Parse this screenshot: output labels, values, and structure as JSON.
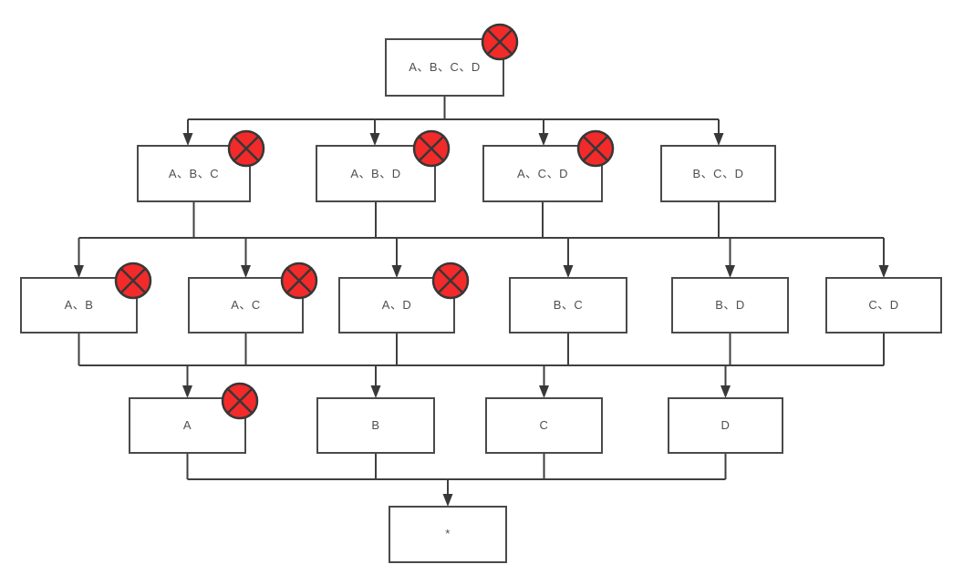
{
  "colors": {
    "pruned_red": "#f22a2a",
    "line": "#3f3f3f",
    "box_border": "#4a4a4a",
    "text": "#4f4f4f",
    "background": "#ffffff"
  },
  "nodes": [
    {
      "id": "ABCD",
      "label": "A、B、C、D",
      "level": 0,
      "pruned": true
    },
    {
      "id": "ABC",
      "label": "A、B、C",
      "level": 1,
      "pruned": true
    },
    {
      "id": "ABD",
      "label": "A、B、D",
      "level": 1,
      "pruned": true
    },
    {
      "id": "ACD",
      "label": "A、C、D",
      "level": 1,
      "pruned": true
    },
    {
      "id": "BCD",
      "label": "B、C、D",
      "level": 1,
      "pruned": false
    },
    {
      "id": "AB",
      "label": "A、B",
      "level": 2,
      "pruned": true
    },
    {
      "id": "AC",
      "label": "A、C",
      "level": 2,
      "pruned": true
    },
    {
      "id": "AD",
      "label": "A、D",
      "level": 2,
      "pruned": true
    },
    {
      "id": "BC",
      "label": "B、C",
      "level": 2,
      "pruned": false
    },
    {
      "id": "BD",
      "label": "B、D",
      "level": 2,
      "pruned": false
    },
    {
      "id": "CD",
      "label": "C、D",
      "level": 2,
      "pruned": false
    },
    {
      "id": "A",
      "label": "A",
      "level": 3,
      "pruned": true
    },
    {
      "id": "B",
      "label": "B",
      "level": 3,
      "pruned": false
    },
    {
      "id": "C",
      "label": "C",
      "level": 3,
      "pruned": false
    },
    {
      "id": "D",
      "label": "D",
      "level": 3,
      "pruned": false
    },
    {
      "id": "STAR",
      "label": "*",
      "level": 4,
      "pruned": false
    }
  ],
  "links": [
    {
      "from": [
        "ABCD"
      ],
      "to": [
        "ABC",
        "ABD",
        "ACD",
        "BCD"
      ]
    },
    {
      "from": [
        "ABC",
        "ABD",
        "ACD",
        "BCD"
      ],
      "to": [
        "AB",
        "AC",
        "AD",
        "BC",
        "BD",
        "CD"
      ]
    },
    {
      "from": [
        "AB",
        "AC",
        "AD",
        "BC",
        "BD",
        "CD"
      ],
      "to": [
        "A",
        "B",
        "C",
        "D"
      ]
    },
    {
      "from": [
        "A",
        "B",
        "C",
        "D"
      ],
      "to": [
        "STAR"
      ]
    }
  ],
  "pruned_marker": {
    "icon": "circled-x",
    "meaning": "pruned-candidate"
  }
}
